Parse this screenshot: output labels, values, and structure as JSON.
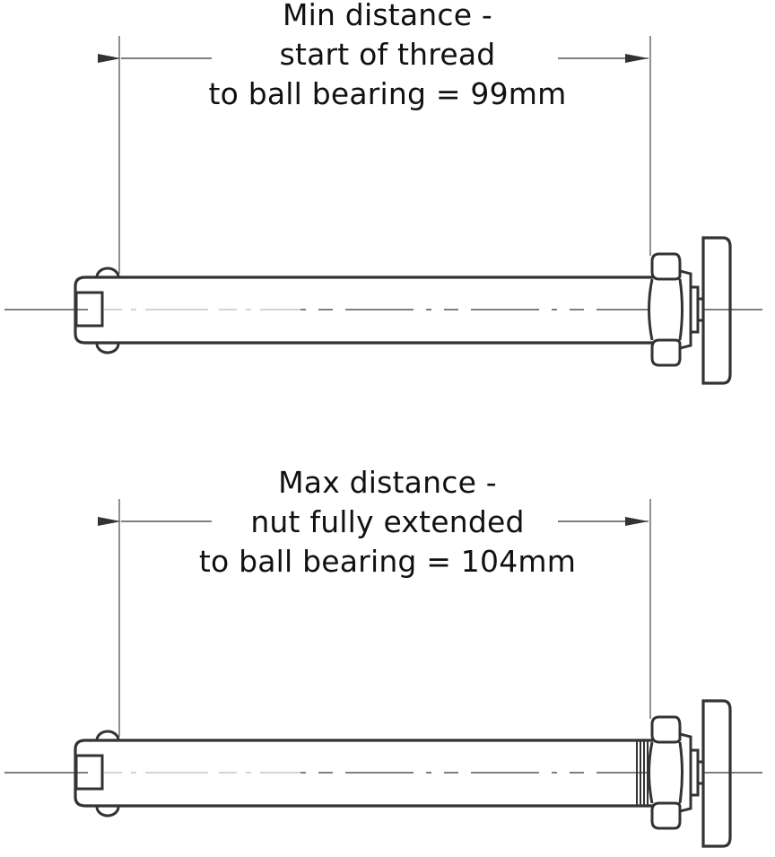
{
  "colors": {
    "stroke": "#333333",
    "dimension_line": "#555555",
    "centerline_light": "#bbbbbb",
    "text": "#111111",
    "background": "#ffffff"
  },
  "diagrams": [
    {
      "id": "min",
      "label_lines": [
        "Min distance -",
        "start of thread",
        "to ball bearing = 99mm"
      ],
      "distance_mm": 99,
      "description": "Nut at start of thread"
    },
    {
      "id": "max",
      "label_lines": [
        "Max distance -",
        "nut fully extended",
        "to ball bearing = 104mm"
      ],
      "distance_mm": 104,
      "description": "Nut fully extended, thread exposed"
    }
  ]
}
